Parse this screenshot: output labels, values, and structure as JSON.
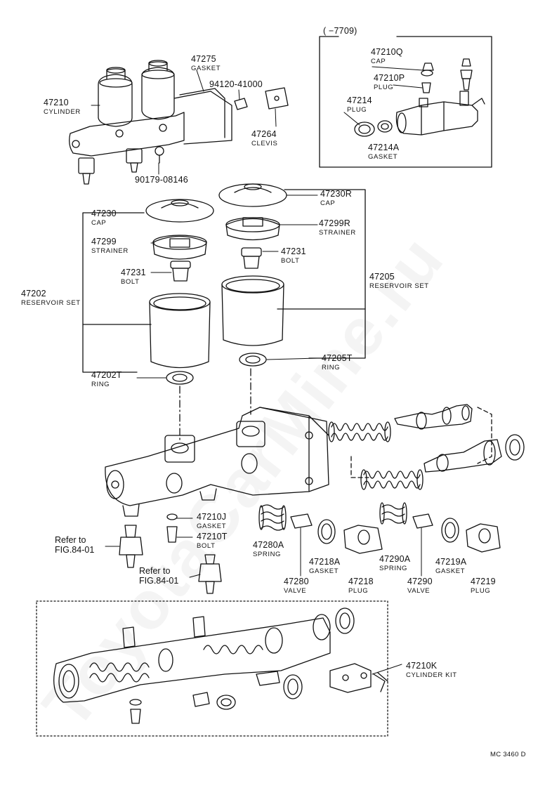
{
  "watermark": "ToyotaCarMine.ru",
  "inset": {
    "range": "(      −7709)"
  },
  "labels": {
    "p47210q": {
      "num": "47210Q",
      "sub": "CAP"
    },
    "p47210p": {
      "num": "47210P",
      "sub": "PLUG"
    },
    "p47214": {
      "num": "47214",
      "sub": "PLUG"
    },
    "p47214a": {
      "num": "47214A",
      "sub": "GASKET"
    },
    "p47210": {
      "num": "47210",
      "sub": "CYLINDER"
    },
    "p47275": {
      "num": "47275",
      "sub": "GASKET"
    },
    "p94120": {
      "num": "94120-41000"
    },
    "p47264": {
      "num": "47264",
      "sub": "CLEVIS"
    },
    "p90179": {
      "num": "90179-08146"
    },
    "p47230r": {
      "num": "47230R",
      "sub": "CAP"
    },
    "p47299r": {
      "num": "47299R",
      "sub": "STRAINER"
    },
    "p47231r": {
      "num": "47231",
      "sub": "BOLT"
    },
    "p47205": {
      "num": "47205",
      "sub": "RESERVOIR SET"
    },
    "p47205t": {
      "num": "47205T",
      "sub": "RING"
    },
    "p47230": {
      "num": "47230",
      "sub": "CAP"
    },
    "p47299": {
      "num": "47299",
      "sub": "STRAINER"
    },
    "p47231": {
      "num": "47231",
      "sub": "BOLT"
    },
    "p47202": {
      "num": "47202",
      "sub": "RESERVOIR SET"
    },
    "p47202t": {
      "num": "47202T",
      "sub": "RING"
    },
    "p47210j": {
      "num": "47210J",
      "sub": "GASKET"
    },
    "p47210t": {
      "num": "47210T",
      "sub": "BOLT"
    },
    "p47280a": {
      "num": "47280A",
      "sub": "SPRING"
    },
    "p47218a": {
      "num": "47218A",
      "sub": "GASKET"
    },
    "p47280": {
      "num": "47280",
      "sub": "VALVE"
    },
    "p47218": {
      "num": "47218",
      "sub": "PLUG"
    },
    "p47290a": {
      "num": "47290A",
      "sub": "SPRING"
    },
    "p47219a": {
      "num": "47219A",
      "sub": "GASKET"
    },
    "p47290": {
      "num": "47290",
      "sub": "VALVE"
    },
    "p47219": {
      "num": "47219",
      "sub": "PLUG"
    },
    "p47210k": {
      "num": "47210K",
      "sub": "CYLINDER KIT"
    }
  },
  "refs": {
    "ref1": "Refer to\nFIG.84-01",
    "ref2": "Refer to\nFIG.84-01"
  },
  "code": "MC 3460 D"
}
